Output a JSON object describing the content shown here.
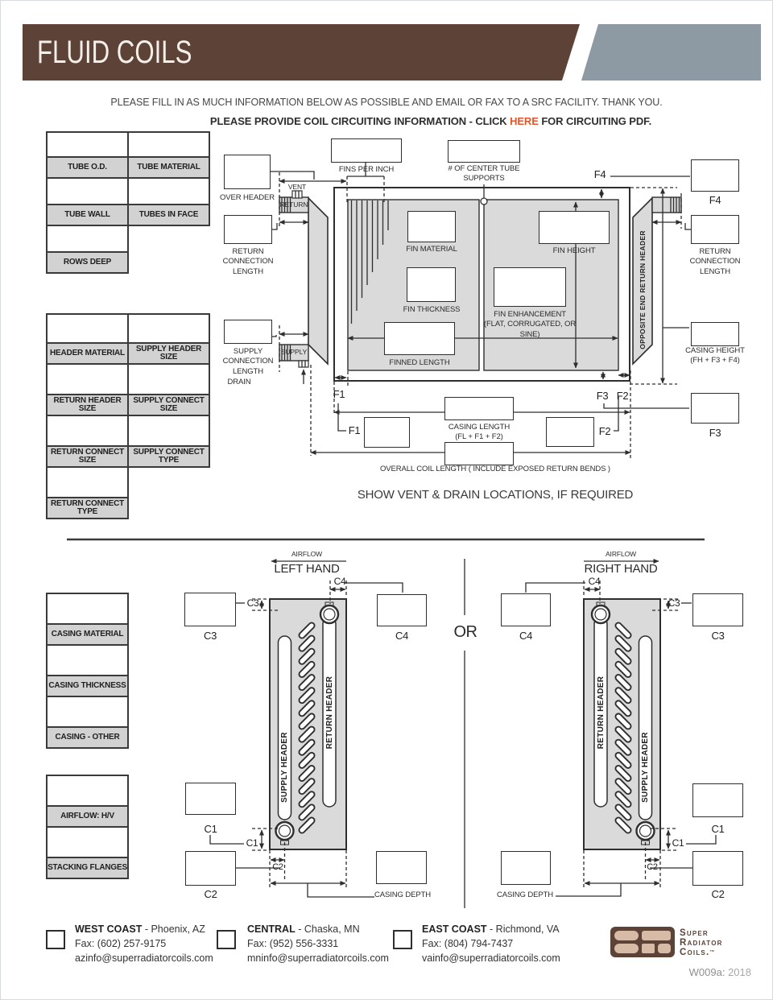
{
  "header": {
    "title": "FLUID COILS"
  },
  "intro": {
    "line1": "PLEASE FILL IN AS MUCH INFORMATION BELOW AS POSSIBLE AND EMAIL OR FAX TO A SRC FACILITY.  THANK YOU.",
    "line2_before": "PLEASE PROVIDE COIL CIRCUITING INFORMATION - CLICK",
    "link": "HERE",
    "line2_after": "FOR CIRCUITING PDF."
  },
  "spec_tables": {
    "tube_od": "TUBE O.D.",
    "tube_material": "TUBE MATERIAL",
    "tube_wall": "TUBE WALL",
    "tubes_in_face": "TUBES IN FACE",
    "rows_deep": "ROWS DEEP",
    "header_material": "HEADER MATERIAL",
    "supply_header_size": "SUPPLY HEADER SIZE",
    "return_header_size": "RETURN HEADER SIZE",
    "supply_connect_size": "SUPPLY CONNECT SIZE",
    "return_connect_size": "RETURN CONNECT SIZE",
    "supply_connect_type": "SUPPLY CONNECT TYPE",
    "return_connect_type": "RETURN CONNECT TYPE",
    "casing_material": "CASING MATERIAL",
    "casing_thickness": "CASING THICKNESS",
    "casing_other": "CASING - OTHER",
    "airflow_hv": "AIRFLOW: H/V",
    "stacking_flanges": "STACKING FLANGES"
  },
  "diagram": {
    "over_header": "OVER HEADER",
    "vent": "VENT",
    "return": "RETURN",
    "supply": "SUPPLY",
    "drain": "DRAIN",
    "return_connection_length": "RETURN CONNECTION LENGTH",
    "supply_connection_length": "SUPPLY CONNECTION LENGTH",
    "fins_per_inch": "FINS PER INCH",
    "center_tube_supports": "# OF CENTER TUBE SUPPORTS",
    "fin_material": "FIN MATERIAL",
    "fin_height": "FIN HEIGHT",
    "fin_thickness": "FIN THICKNESS",
    "fin_enhancement": "FIN ENHANCEMENT",
    "fin_enhancement_sub": "(FLAT, CORRUGATED, OR SINE)",
    "opposite_end_return_header": "OPPOSITE END RETURN HEADER",
    "finned_length": "FINNED LENGTH",
    "casing_height": "CASING HEIGHT",
    "casing_height_formula": "(FH + F3 + F4)",
    "casing_length": "CASING LENGTH",
    "casing_length_formula": "(FL + F1 + F2)",
    "overall_length": "OVERALL COIL LENGTH ( INCLUDE EXPOSED RETURN BENDS )",
    "show_vent_note": "SHOW VENT & DRAIN LOCATIONS, IF REQUIRED",
    "f1": "F1",
    "f2": "F2",
    "f3": "F3",
    "f4": "F4"
  },
  "hand_diagrams": {
    "airflow": "AIRFLOW",
    "left_hand": "LEFT HAND",
    "right_hand": "RIGHT HAND",
    "or": "OR",
    "supply_header": "SUPPLY HEADER",
    "return_header": "RETURN HEADER",
    "casing_depth": "CASING DEPTH",
    "c1": "C1",
    "c2": "C2",
    "c3": "C3",
    "c4": "C4"
  },
  "footer": {
    "offices": [
      {
        "name": "WEST COAST",
        "location": "- Phoenix, AZ",
        "fax": "Fax: (602) 257-9175",
        "email": "azinfo@superradiatorcoils.com"
      },
      {
        "name": "CENTRAL",
        "location": "- Chaska, MN",
        "fax": "Fax: (952) 556-3331",
        "email": "mninfo@superradiatorcoils.com"
      },
      {
        "name": "EAST COAST",
        "location": "- Richmond, VA",
        "fax": "Fax: (804) 794-7437",
        "email": "vainfo@superradiatorcoils.com"
      }
    ],
    "logo": {
      "line1": "Super",
      "line2": "Radiator",
      "line3": "Coils.",
      "tm": "™"
    },
    "doc_code": "W009a:",
    "doc_year": "2018"
  },
  "colors": {
    "brand_brown": "#5d4237",
    "slate_gray": "#8d99a3",
    "link_orange": "#e2572b",
    "label_gray": "#d2d2d2",
    "diagram_gray": "#dadada",
    "line": "#2e2e2e"
  }
}
